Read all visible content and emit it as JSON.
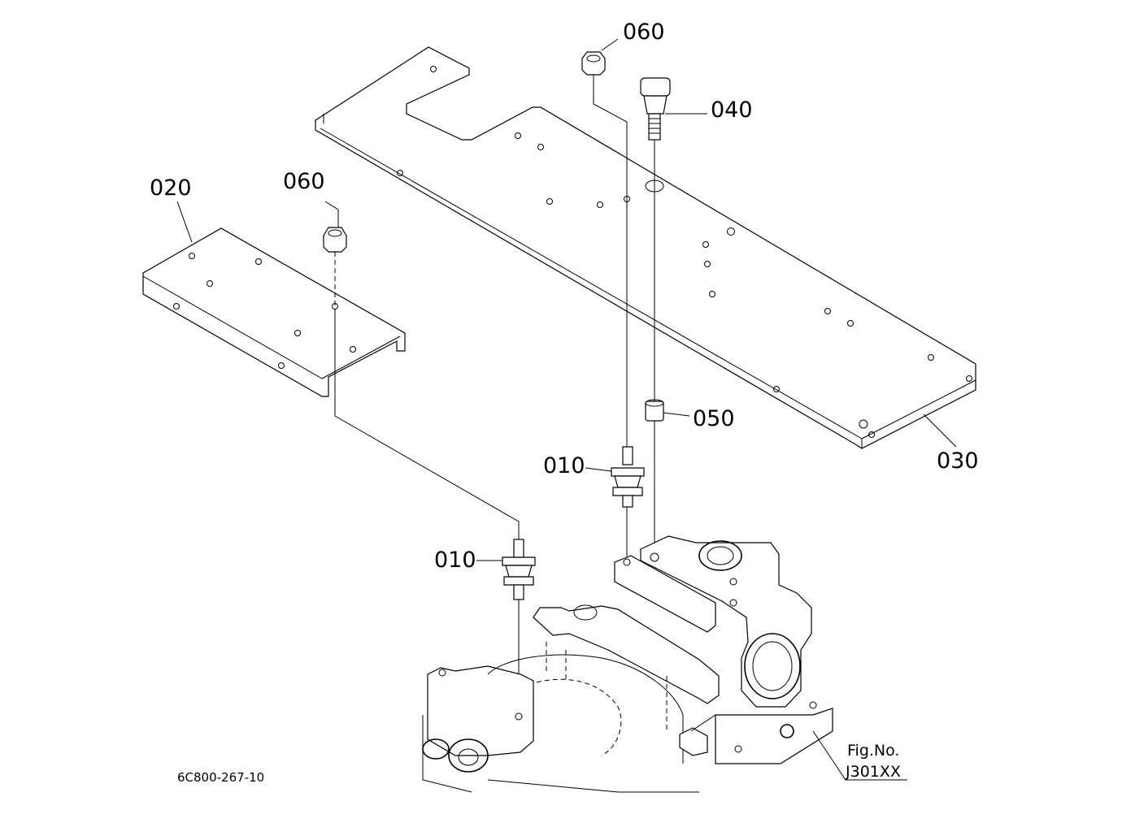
{
  "callouts": {
    "p010_a": "010",
    "p010_b": "010",
    "p020": "020",
    "p030": "030",
    "p040": "040",
    "p050": "050",
    "p060_a": "060",
    "p060_b": "060"
  },
  "footer": {
    "drawing_code": "6C800-267-10",
    "fig_label": "Fig.No.",
    "fig_number": "J301XX"
  }
}
